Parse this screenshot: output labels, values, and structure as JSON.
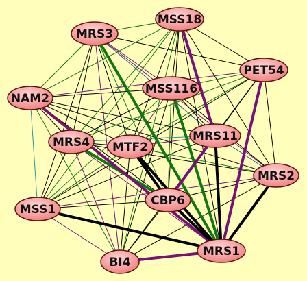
{
  "colors": {
    "background": "#ffffbb",
    "node_fill": "#f07c7c",
    "node_highlight": "#ffd4d4",
    "edge_black": "#000000",
    "edge_green": "#117711",
    "edge_purple": "#771177",
    "edge_blue": "#225599",
    "edge_teal": "#229999"
  },
  "nodes": [
    {
      "id": "MSS18",
      "label": "MSS18"
    },
    {
      "id": "MRS3",
      "label": "MRS3"
    },
    {
      "id": "PET54",
      "label": "PET54"
    },
    {
      "id": "MSS116",
      "label": "MSS116"
    },
    {
      "id": "NAM2",
      "label": "NAM2"
    },
    {
      "id": "MRS11",
      "label": "MRS11"
    },
    {
      "id": "MRS4",
      "label": "MRS4"
    },
    {
      "id": "MTF2",
      "label": "MTF2"
    },
    {
      "id": "MRS2",
      "label": "MRS2"
    },
    {
      "id": "CBP6",
      "label": "CBP6"
    },
    {
      "id": "MSS1",
      "label": "MSS1"
    },
    {
      "id": "MRS1",
      "label": "MRS1"
    },
    {
      "id": "BI4",
      "label": "BI4"
    }
  ],
  "edges": [
    {
      "source": "MRS3",
      "target": "MRS1",
      "color": "green",
      "weight": "thick"
    },
    {
      "source": "MSS116",
      "target": "MRS1",
      "color": "green",
      "weight": "thick"
    },
    {
      "source": "MRS4",
      "target": "CBP6",
      "color": "green",
      "weight": "thick"
    },
    {
      "source": "MSS18",
      "target": "MRS11",
      "color": "purple",
      "weight": "thick"
    },
    {
      "source": "PET54",
      "target": "MRS1",
      "color": "purple",
      "weight": "thick"
    },
    {
      "source": "MRS11",
      "target": "CBP6",
      "color": "purple",
      "weight": "thick"
    },
    {
      "source": "NAM2",
      "target": "MRS1",
      "color": "purple",
      "weight": "thick"
    },
    {
      "source": "BI4",
      "target": "MRS1",
      "color": "purple",
      "weight": "thick"
    },
    {
      "source": "MSS1",
      "target": "MRS1",
      "color": "black",
      "weight": "thick"
    },
    {
      "source": "MRS2",
      "target": "MRS1",
      "color": "black",
      "weight": "thick"
    },
    {
      "source": "MRS11",
      "target": "MRS1",
      "color": "black",
      "weight": "thick"
    },
    {
      "source": "MTF2",
      "target": "MRS1",
      "color": "black",
      "weight": "thick"
    },
    {
      "source": "MTF2",
      "target": "CBP6",
      "color": "black",
      "weight": "thick"
    },
    {
      "source": "CBP6",
      "target": "MRS1",
      "color": "black",
      "weight": "thick"
    },
    {
      "source": "MRS3",
      "target": "MSS18",
      "color": "green",
      "weight": "thin"
    },
    {
      "source": "MRS3",
      "target": "PET54",
      "color": "black",
      "weight": "thin"
    },
    {
      "source": "MRS3",
      "target": "MSS116",
      "color": "purple",
      "weight": "thin"
    },
    {
      "source": "MRS3",
      "target": "MRS11",
      "color": "blue",
      "weight": "thin"
    },
    {
      "source": "MRS3",
      "target": "MRS2",
      "color": "purple",
      "weight": "thin"
    },
    {
      "source": "MRS3",
      "target": "NAM2",
      "color": "green",
      "weight": "thin"
    },
    {
      "source": "MRS3",
      "target": "MRS4",
      "color": "black",
      "weight": "thin"
    },
    {
      "source": "MRS3",
      "target": "MTF2",
      "color": "black",
      "weight": "thin"
    },
    {
      "source": "MRS3",
      "target": "CBP6",
      "color": "green",
      "weight": "thin"
    },
    {
      "source": "MRS3",
      "target": "MSS1",
      "color": "black",
      "weight": "thin"
    },
    {
      "source": "MRS3",
      "target": "BI4",
      "color": "purple",
      "weight": "thin"
    },
    {
      "source": "MSS18",
      "target": "PET54",
      "color": "black",
      "weight": "thin"
    },
    {
      "source": "MSS18",
      "target": "MSS116",
      "color": "black",
      "weight": "thin"
    },
    {
      "source": "MSS18",
      "target": "NAM2",
      "color": "green",
      "weight": "thin"
    },
    {
      "source": "MSS18",
      "target": "MRS4",
      "color": "green",
      "weight": "thin"
    },
    {
      "source": "MSS18",
      "target": "MTF2",
      "color": "black",
      "weight": "thin"
    },
    {
      "source": "MSS18",
      "target": "CBP6",
      "color": "black",
      "weight": "thin"
    },
    {
      "source": "MSS18",
      "target": "MSS1",
      "color": "green",
      "weight": "thin"
    },
    {
      "source": "MSS18",
      "target": "MRS2",
      "color": "black",
      "weight": "thin"
    },
    {
      "source": "MSS18",
      "target": "MRS1",
      "color": "black",
      "weight": "thin"
    },
    {
      "source": "MSS18",
      "target": "BI4",
      "color": "green",
      "weight": "thin"
    },
    {
      "source": "PET54",
      "target": "MSS116",
      "color": "green",
      "weight": "thin"
    },
    {
      "source": "PET54",
      "target": "NAM2",
      "color": "purple",
      "weight": "thin"
    },
    {
      "source": "PET54",
      "target": "MRS11",
      "color": "black",
      "weight": "thin"
    },
    {
      "source": "PET54",
      "target": "MRS4",
      "color": "green",
      "weight": "thin"
    },
    {
      "source": "PET54",
      "target": "MTF2",
      "color": "green",
      "weight": "thin"
    },
    {
      "source": "PET54",
      "target": "CBP6",
      "color": "black",
      "weight": "thin"
    },
    {
      "source": "PET54",
      "target": "MSS1",
      "color": "black",
      "weight": "thin"
    },
    {
      "source": "PET54",
      "target": "MRS2",
      "color": "black",
      "weight": "thin"
    },
    {
      "source": "PET54",
      "target": "BI4",
      "color": "black",
      "weight": "thin"
    },
    {
      "source": "MSS116",
      "target": "NAM2",
      "color": "black",
      "weight": "thin"
    },
    {
      "source": "MSS116",
      "target": "MRS11",
      "color": "black",
      "weight": "thin"
    },
    {
      "source": "MSS116",
      "target": "MRS4",
      "color": "black",
      "weight": "thin"
    },
    {
      "source": "MSS116",
      "target": "MTF2",
      "color": "purple",
      "weight": "thin"
    },
    {
      "source": "MSS116",
      "target": "CBP6",
      "color": "green",
      "weight": "thin"
    },
    {
      "source": "MSS116",
      "target": "MSS1",
      "color": "green",
      "weight": "thin"
    },
    {
      "source": "MSS116",
      "target": "MRS2",
      "color": "black",
      "weight": "thin"
    },
    {
      "source": "MSS116",
      "target": "BI4",
      "color": "black",
      "weight": "thin"
    },
    {
      "source": "NAM2",
      "target": "MRS11",
      "color": "black",
      "weight": "thin"
    },
    {
      "source": "NAM2",
      "target": "MRS4",
      "color": "black",
      "weight": "thin"
    },
    {
      "source": "NAM2",
      "target": "MTF2",
      "color": "black",
      "weight": "thin"
    },
    {
      "source": "NAM2",
      "target": "CBP6",
      "color": "black",
      "weight": "thin"
    },
    {
      "source": "NAM2",
      "target": "MSS1",
      "color": "teal",
      "weight": "thin"
    },
    {
      "source": "NAM2",
      "target": "MRS2",
      "color": "black",
      "weight": "thin"
    },
    {
      "source": "NAM2",
      "target": "BI4",
      "color": "green",
      "weight": "thin"
    },
    {
      "source": "MRS11",
      "target": "MRS4",
      "color": "teal",
      "weight": "thin"
    },
    {
      "source": "MRS11",
      "target": "MTF2",
      "color": "purple",
      "weight": "thin"
    },
    {
      "source": "MRS11",
      "target": "MSS1",
      "color": "black",
      "weight": "thin"
    },
    {
      "source": "MRS11",
      "target": "MRS2",
      "color": "blue",
      "weight": "thin"
    },
    {
      "source": "MRS11",
      "target": "BI4",
      "color": "black",
      "weight": "thin"
    },
    {
      "source": "MRS4",
      "target": "MTF2",
      "color": "black",
      "weight": "thin"
    },
    {
      "source": "MRS4",
      "target": "MSS1",
      "color": "black",
      "weight": "thin"
    },
    {
      "source": "MRS4",
      "target": "MRS2",
      "color": "black",
      "weight": "thin"
    },
    {
      "source": "MRS4",
      "target": "MRS1",
      "color": "purple",
      "weight": "thin"
    },
    {
      "source": "MRS4",
      "target": "BI4",
      "color": "purple",
      "weight": "thin"
    },
    {
      "source": "MTF2",
      "target": "MSS1",
      "color": "black",
      "weight": "thin"
    },
    {
      "source": "MTF2",
      "target": "MRS2",
      "color": "green",
      "weight": "thin"
    },
    {
      "source": "MTF2",
      "target": "BI4",
      "color": "black",
      "weight": "thin"
    },
    {
      "source": "MRS2",
      "target": "CBP6",
      "color": "black",
      "weight": "thin"
    },
    {
      "source": "MRS2",
      "target": "MSS1",
      "color": "purple",
      "weight": "thin"
    },
    {
      "source": "MRS2",
      "target": "BI4",
      "color": "black",
      "weight": "thin"
    },
    {
      "source": "CBP6",
      "target": "MSS1",
      "color": "black",
      "weight": "thin"
    },
    {
      "source": "CBP6",
      "target": "BI4",
      "color": "black",
      "weight": "thin"
    },
    {
      "source": "MSS1",
      "target": "BI4",
      "color": "purple",
      "weight": "thin"
    },
    {
      "source": "MSS1",
      "target": "MTF2",
      "color": "green",
      "weight": "thin"
    }
  ]
}
